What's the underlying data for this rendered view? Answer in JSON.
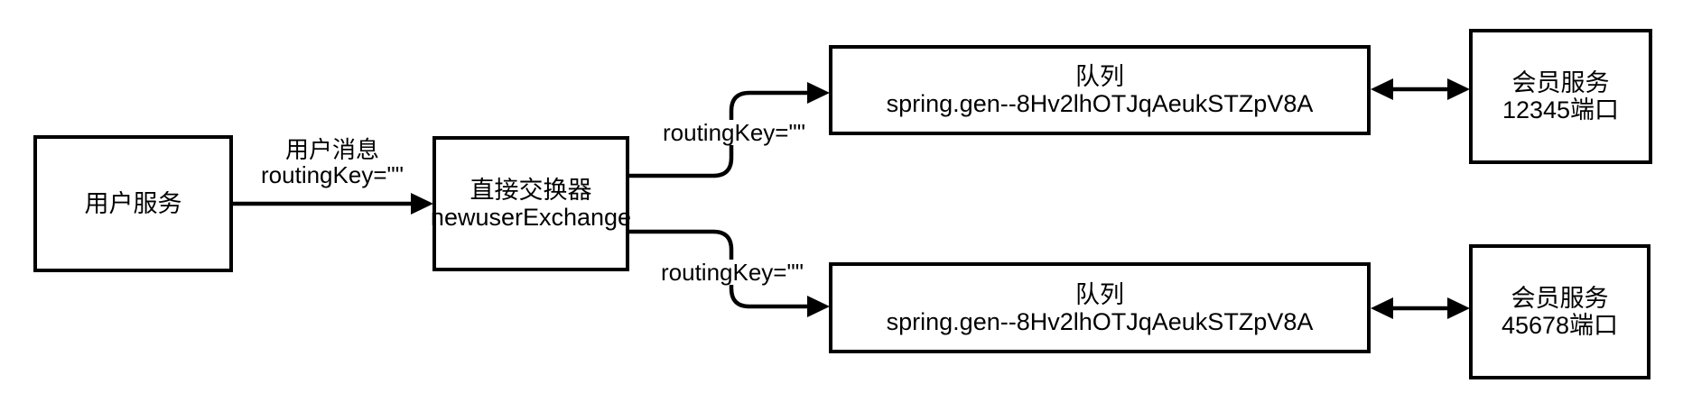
{
  "diagram": {
    "description": "Direct exchange message routing diagram",
    "colors": {
      "line": "#000000",
      "node_border": "#000000",
      "node_fill": "#ffffff",
      "text": "#000000",
      "background": "#ffffff"
    },
    "nodes": {
      "user_service": {
        "label": "用户服务"
      },
      "exchange": {
        "line1": "直接交换器",
        "line2": "newuserExchange"
      },
      "queue_top": {
        "line1": "队列",
        "line2": "spring.gen--8Hv2lhOTJqAeukSTZpV8A"
      },
      "queue_bottom": {
        "line1": "队列",
        "line2": "spring.gen--8Hv2lhOTJqAeukSTZpV8A"
      },
      "member_top": {
        "line1": "会员服务",
        "line2": "12345端口"
      },
      "member_bottom": {
        "line1": "会员服务",
        "line2": "45678端口"
      }
    },
    "edge_labels": {
      "user_message": {
        "line1": "用户消息",
        "line2": "routingKey=\"\""
      },
      "routing_top": "routingKey=\"\"",
      "routing_bottom": "routingKey=\"\""
    }
  }
}
